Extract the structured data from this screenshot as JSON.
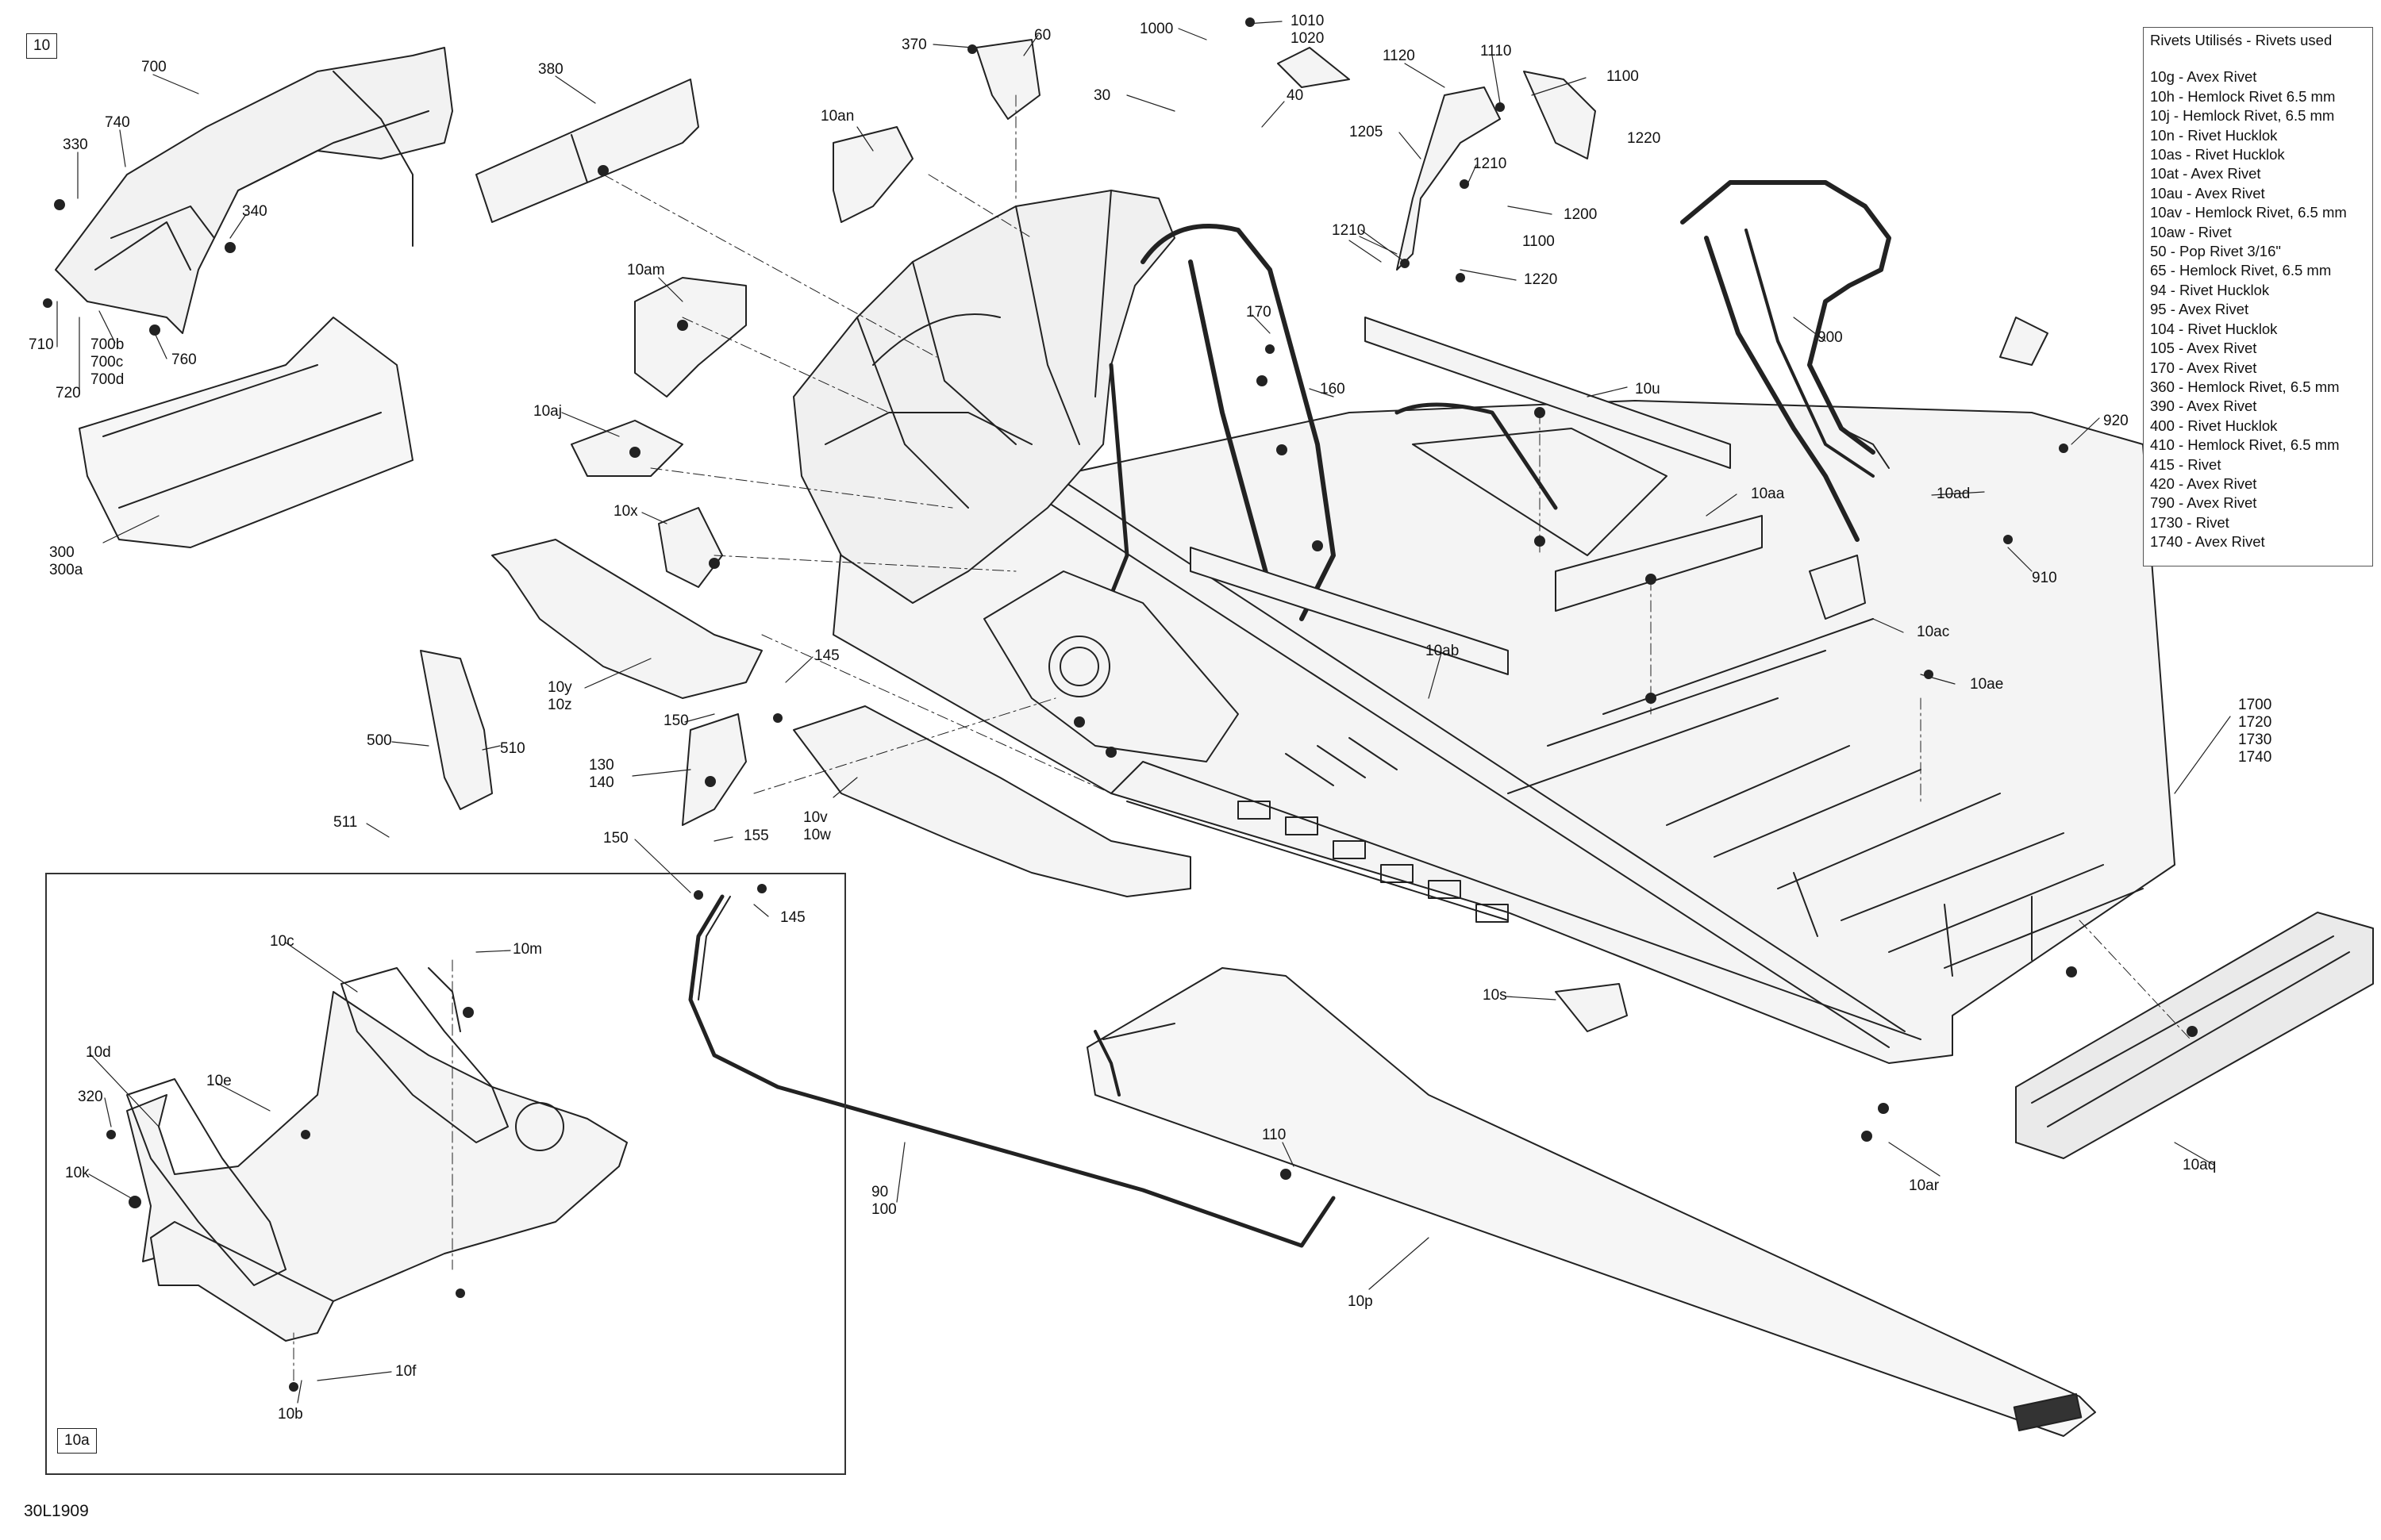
{
  "figure_tag": "10",
  "inset_tag": "10a",
  "figure_id": "30L1909",
  "legend": {
    "title": "Rivets Utilisés - Rivets used",
    "items": [
      "10g - Avex Rivet",
      "10h - Hemlock Rivet 6.5 mm",
      "10j - Hemlock Rivet, 6.5 mm",
      "10n - Rivet Hucklok",
      "10as - Rivet Hucklok",
      "10at - Avex Rivet",
      "10au - Avex Rivet",
      "10av - Hemlock Rivet, 6.5 mm",
      "10aw - Rivet",
      "50 - Pop Rivet 3/16\"",
      "65 - Hemlock Rivet, 6.5 mm",
      "94 - Rivet Hucklok",
      "95 - Avex Rivet",
      "104 - Rivet Hucklok",
      "105 - Avex Rivet",
      "170 - Avex Rivet",
      "360 - Hemlock Rivet, 6.5 mm",
      "390 - Avex Rivet",
      "400 - Rivet Hucklok",
      "410 - Hemlock Rivet, 6.5 mm",
      "415 - Rivet",
      "420 - Avex Rivet",
      "790 - Avex Rivet",
      "1730 - Rivet",
      "1740 - Avex Rivet"
    ]
  },
  "callouts": [
    {
      "id": "c700",
      "text": "700"
    },
    {
      "id": "c740",
      "text": "740"
    },
    {
      "id": "c330",
      "text": "330"
    },
    {
      "id": "c340",
      "text": "340"
    },
    {
      "id": "c710",
      "text": "710"
    },
    {
      "id": "c700b",
      "text": "700b\n700c\n700d"
    },
    {
      "id": "c720",
      "text": "720"
    },
    {
      "id": "c760",
      "text": "760"
    },
    {
      "id": "c300",
      "text": "300\n300a"
    },
    {
      "id": "c380",
      "text": "380"
    },
    {
      "id": "c370",
      "text": "370"
    },
    {
      "id": "c60",
      "text": "60"
    },
    {
      "id": "c1000",
      "text": "1000"
    },
    {
      "id": "c1010",
      "text": "1010\n1020"
    },
    {
      "id": "c30",
      "text": "30"
    },
    {
      "id": "c40",
      "text": "40"
    },
    {
      "id": "c10an",
      "text": "10an"
    },
    {
      "id": "c1120",
      "text": "1120"
    },
    {
      "id": "c1110",
      "text": "1110"
    },
    {
      "id": "c1100a",
      "text": "1100"
    },
    {
      "id": "c1205",
      "text": "1205"
    },
    {
      "id": "c1210a",
      "text": "1210"
    },
    {
      "id": "c1200",
      "text": "1200"
    },
    {
      "id": "c1220a",
      "text": "1220"
    },
    {
      "id": "c1210b",
      "text": "1210"
    },
    {
      "id": "c1100b",
      "text": "1100"
    },
    {
      "id": "c1220b",
      "text": "1220"
    },
    {
      "id": "c10am",
      "text": "10am"
    },
    {
      "id": "c170",
      "text": "170"
    },
    {
      "id": "c160",
      "text": "160"
    },
    {
      "id": "c10u",
      "text": "10u"
    },
    {
      "id": "c900",
      "text": "900"
    },
    {
      "id": "c920",
      "text": "920"
    },
    {
      "id": "c10ad",
      "text": "10ad"
    },
    {
      "id": "c910",
      "text": "910"
    },
    {
      "id": "c10aj",
      "text": "10aj"
    },
    {
      "id": "c10x",
      "text": "10x"
    },
    {
      "id": "c10aa",
      "text": "10aa"
    },
    {
      "id": "c10ac",
      "text": "10ac"
    },
    {
      "id": "c10ae",
      "text": "10ae"
    },
    {
      "id": "c10ab",
      "text": "10ab"
    },
    {
      "id": "c145a",
      "text": "145"
    },
    {
      "id": "c10y",
      "text": "10y\n10z"
    },
    {
      "id": "c150a",
      "text": "150"
    },
    {
      "id": "c500",
      "text": "500"
    },
    {
      "id": "c510",
      "text": "510"
    },
    {
      "id": "c130",
      "text": "130\n140"
    },
    {
      "id": "c10v",
      "text": "10v\n10w"
    },
    {
      "id": "c511",
      "text": "511"
    },
    {
      "id": "c155",
      "text": "155"
    },
    {
      "id": "c150b",
      "text": "150"
    },
    {
      "id": "c145b",
      "text": "145"
    },
    {
      "id": "c1700",
      "text": "1700\n1720\n1730\n1740"
    },
    {
      "id": "c10c",
      "text": "10c"
    },
    {
      "id": "c10m",
      "text": "10m"
    },
    {
      "id": "c10d",
      "text": "10d"
    },
    {
      "id": "c10e",
      "text": "10e"
    },
    {
      "id": "c320",
      "text": "320"
    },
    {
      "id": "c10k",
      "text": "10k"
    },
    {
      "id": "c10f",
      "text": "10f"
    },
    {
      "id": "c10b",
      "text": "10b"
    },
    {
      "id": "c10s",
      "text": "10s"
    },
    {
      "id": "c110",
      "text": "110"
    },
    {
      "id": "c90",
      "text": "90\n100"
    },
    {
      "id": "c10p",
      "text": "10p"
    },
    {
      "id": "c10ar",
      "text": "10ar"
    },
    {
      "id": "c10aq",
      "text": "10aq"
    }
  ]
}
